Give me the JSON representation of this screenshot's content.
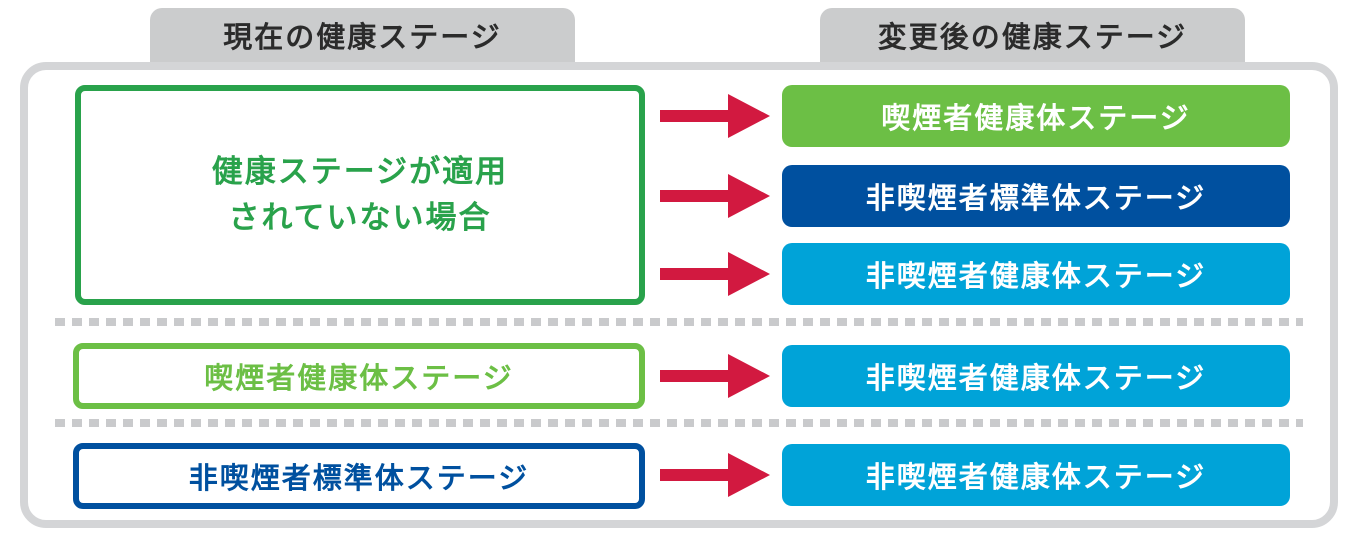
{
  "headers": {
    "current": "現在の健康ステージ",
    "after": "変更後の健康ステージ"
  },
  "sections": [
    {
      "source": {
        "label": "健康ステージが適用\nされていない場合",
        "style": "green-dark-outline"
      },
      "targets": [
        {
          "label": "喫煙者健康体ステージ",
          "style": "green-fill"
        },
        {
          "label": "非喫煙者標準体ステージ",
          "style": "dark-blue-fill"
        },
        {
          "label": "非喫煙者健康体ステージ",
          "style": "light-blue-fill"
        }
      ]
    },
    {
      "source": {
        "label": "喫煙者健康体ステージ",
        "style": "green-light-outline"
      },
      "targets": [
        {
          "label": "非喫煙者健康体ステージ",
          "style": "light-blue-fill"
        }
      ]
    },
    {
      "source": {
        "label": "非喫煙者標準体ステージ",
        "style": "dark-blue-outline"
      },
      "targets": [
        {
          "label": "非喫煙者健康体ステージ",
          "style": "light-blue-fill"
        }
      ]
    }
  ],
  "icons": {
    "arrow": "red-right-arrow"
  },
  "colors": {
    "green_dark": "#29a24b",
    "green_light": "#6cbf45",
    "blue_dark": "#00509f",
    "blue_light": "#00a3d8",
    "arrow_red": "#d21940",
    "header_bg": "#cbcccd",
    "header_text": "#2b2b2b",
    "frame_border": "#d4d5d7",
    "separator_gray": "#c9cacc"
  }
}
